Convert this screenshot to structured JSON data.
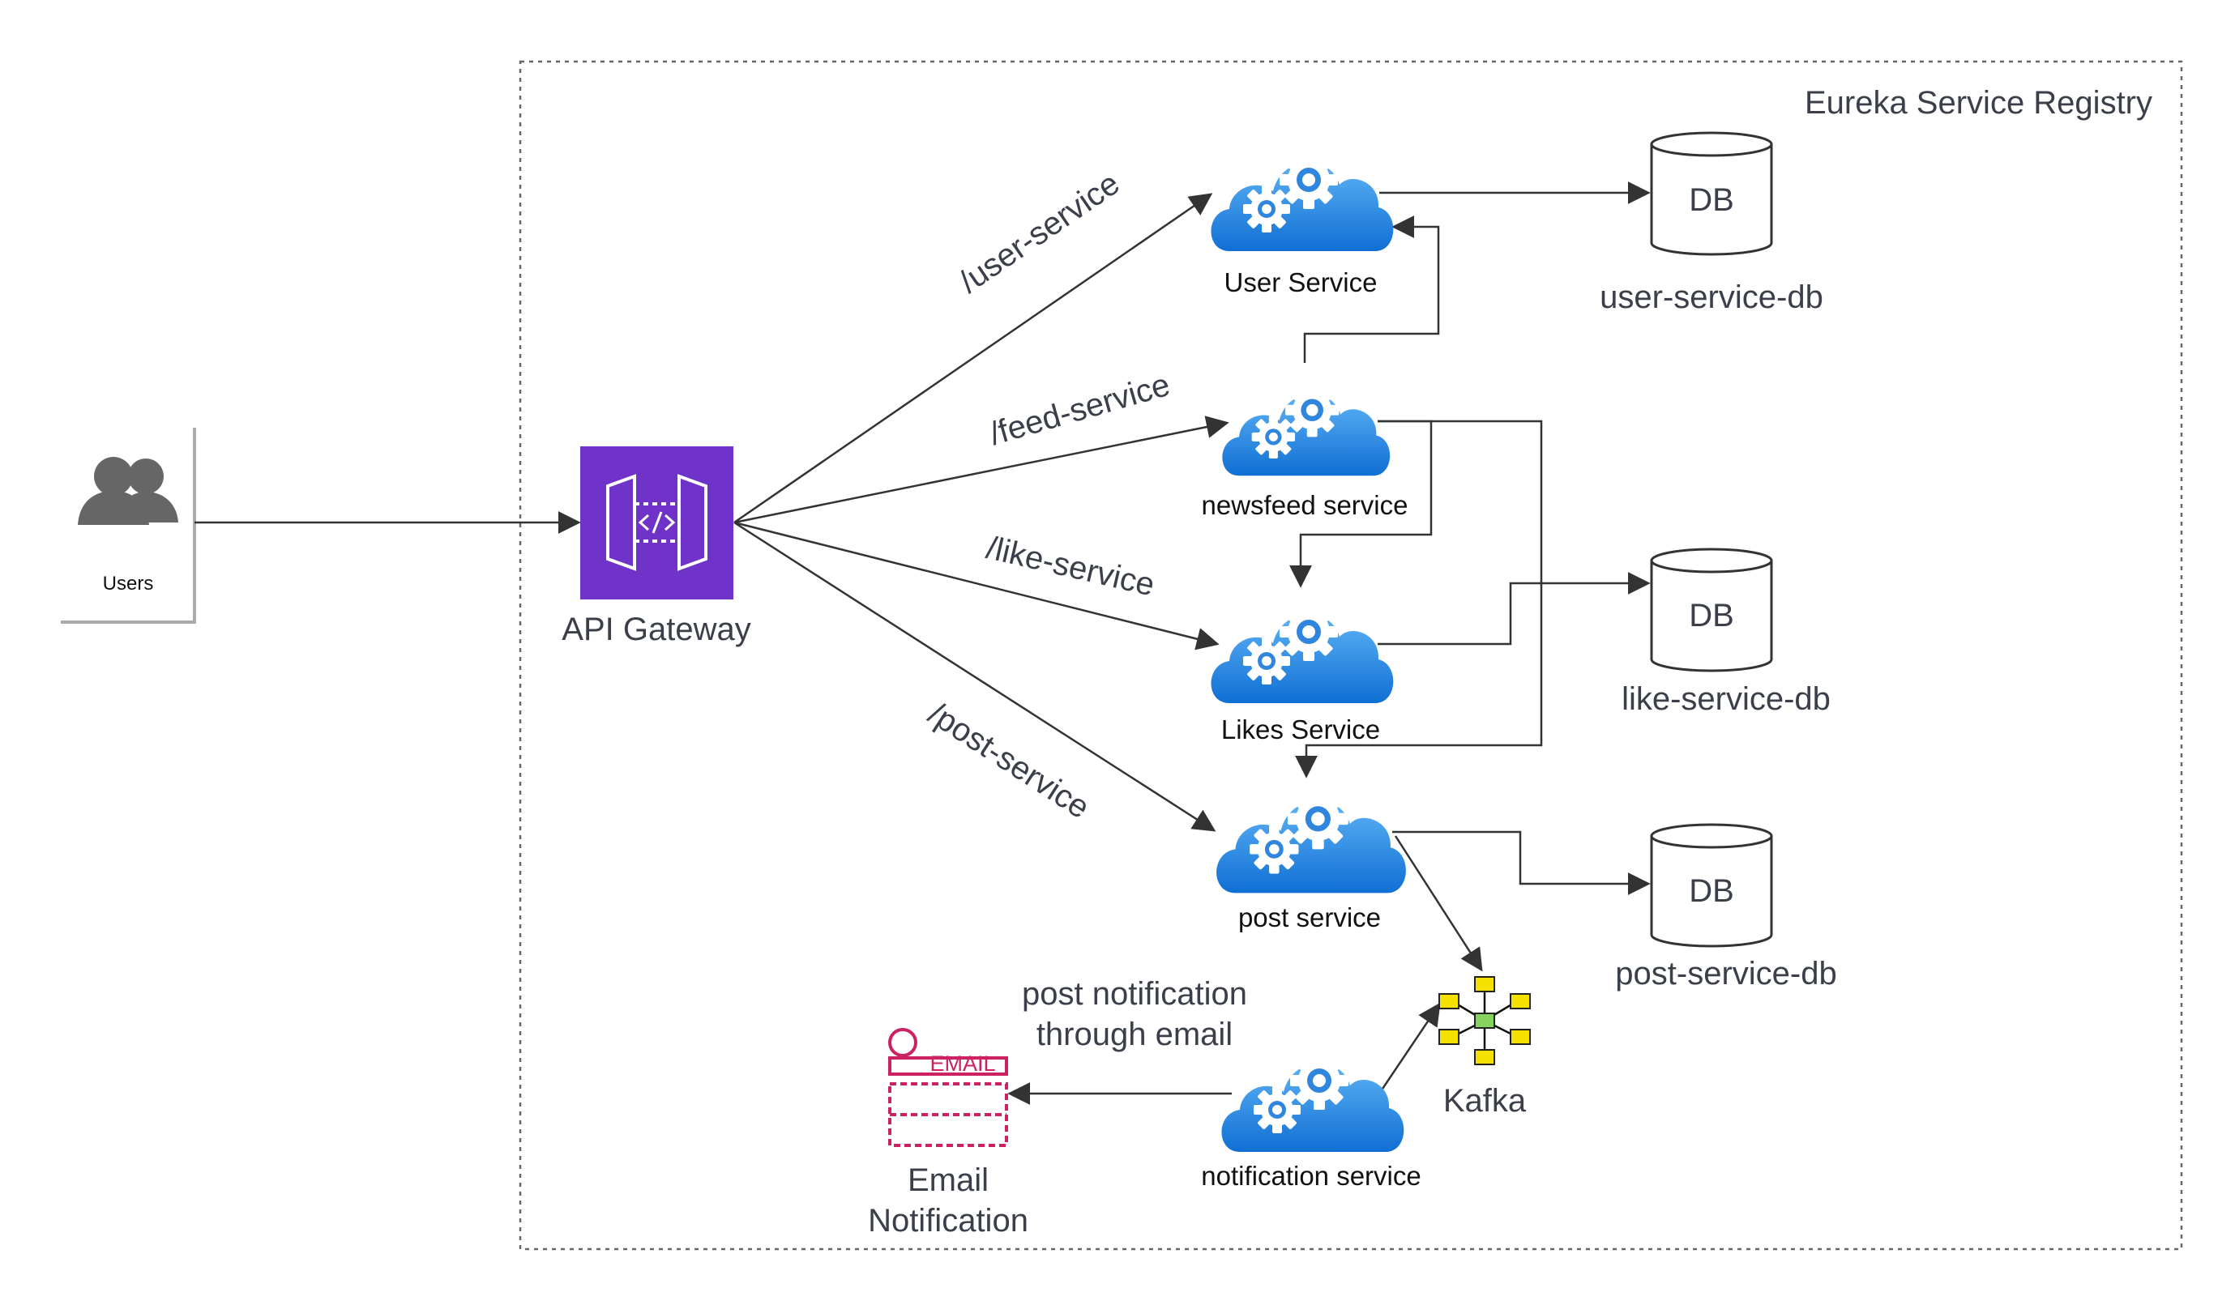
{
  "registry": {
    "title": "Eureka Service Registry"
  },
  "users": {
    "label": "Users",
    "icon": "users-icon"
  },
  "gateway": {
    "label": "API Gateway",
    "icon": "api-gateway-icon",
    "color": "#6f33c9"
  },
  "routes": {
    "user": "/user-service",
    "feed": "/feed-service",
    "like": "/like-service",
    "post": "/post-service"
  },
  "services": {
    "user": "User Service",
    "newsfeed": "newsfeed service",
    "likes": "Likes Service",
    "post": "post service",
    "notification": "notification service"
  },
  "databases": {
    "user": {
      "label": "DB",
      "name": "user-service-db"
    },
    "like": {
      "label": "DB",
      "name": "like-service-db"
    },
    "post": {
      "label": "DB",
      "name": "post-service-db"
    }
  },
  "kafka": {
    "label": "Kafka",
    "icon": "kafka-icon"
  },
  "email": {
    "badge": "EMAIL",
    "line1": "Email",
    "line2": "Notification",
    "icon": "email-icon",
    "color": "#cc2264"
  },
  "notification_edge": {
    "line1": "post notification",
    "line2": "through email"
  },
  "colors": {
    "cloud_top": "#5fb3f5",
    "cloud_bottom": "#0f6fd4",
    "kafka_node": "#f5e100",
    "kafka_hub": "#86d35f",
    "line": "#333333"
  }
}
